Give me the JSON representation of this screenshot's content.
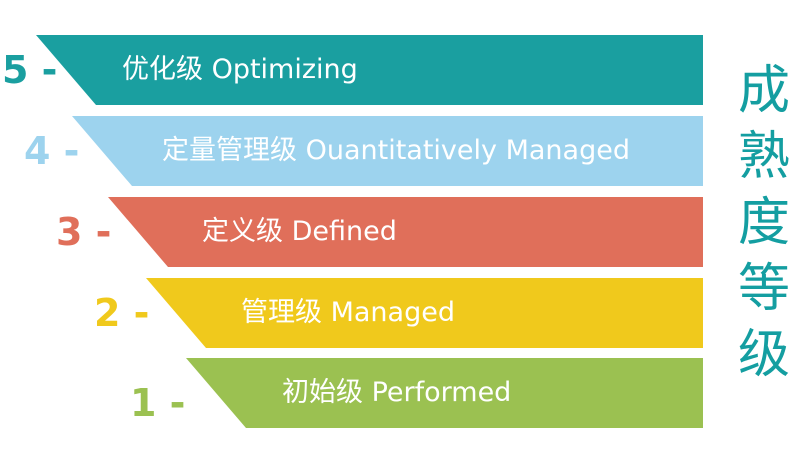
{
  "title": {
    "chars": [
      "成",
      "熟",
      "度",
      "等",
      "级"
    ],
    "color": "#149ea1"
  },
  "levels": [
    {
      "number": "5 -",
      "label": "优化级 Optimizing",
      "color": "#1a9fa0"
    },
    {
      "number": "4 -",
      "label": "定量管理级 Ouantitatively Managed",
      "color": "#9dd3ee"
    },
    {
      "number": "3 -",
      "label": "定义级 Defined",
      "color": "#e06f5a"
    },
    {
      "number": "2 -",
      "label": "管理级 Managed",
      "color": "#f0c91c"
    },
    {
      "number": "1 -",
      "label": "初始级 Performed",
      "color": "#9bc151"
    }
  ]
}
